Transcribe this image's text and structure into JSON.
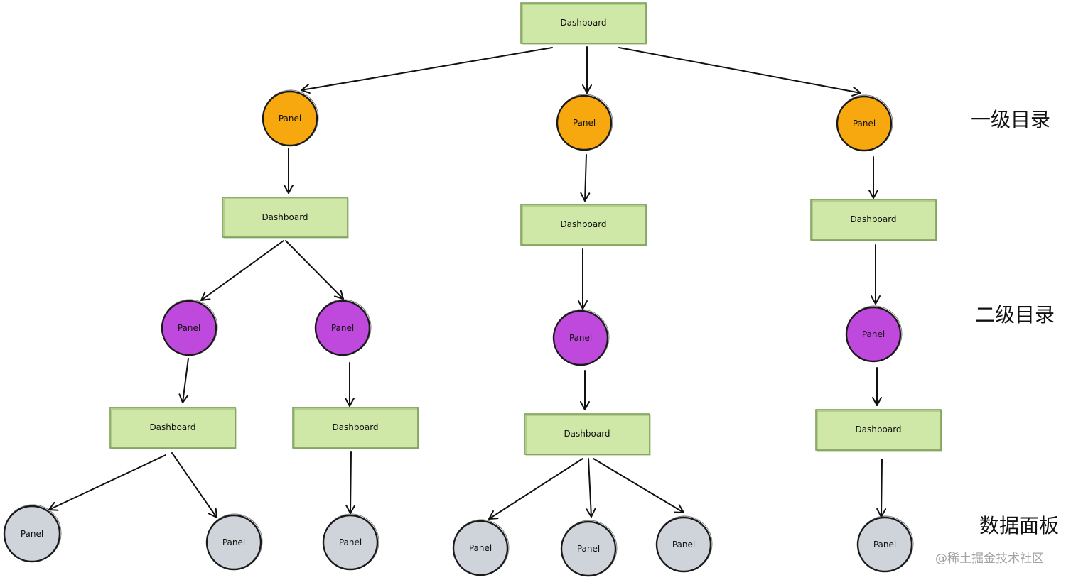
{
  "diagram": {
    "root": {
      "label": "Dashboard"
    },
    "level1": [
      {
        "panel": "Panel",
        "dashboard": "Dashboard",
        "level2": [
          {
            "panel": "Panel",
            "dashboard": "Dashboard",
            "panels": [
              "Panel",
              "Panel"
            ]
          },
          {
            "panel": "Panel",
            "dashboard": "Dashboard",
            "panels": [
              "Panel"
            ]
          }
        ]
      },
      {
        "panel": "Panel",
        "dashboard": "Dashboard",
        "level2": [
          {
            "panel": "Panel",
            "dashboard": "Dashboard",
            "panels": [
              "Panel",
              "Panel",
              "Panel"
            ]
          }
        ]
      },
      {
        "panel": "Panel",
        "dashboard": "Dashboard",
        "level2": [
          {
            "panel": "Panel",
            "dashboard": "Dashboard",
            "panels": [
              "Panel"
            ]
          }
        ]
      }
    ]
  },
  "levels": [
    "一级目录",
    "二级目录",
    "数据面板"
  ],
  "watermark": "@稀土掘金技术社区",
  "colors": {
    "dashboard_fill": "#cfe8a8",
    "level1_panel_fill": "#f7a80e",
    "level2_panel_fill": "#bf48dd",
    "level3_panel_fill": "#cfd4db",
    "edge": "#111111"
  }
}
